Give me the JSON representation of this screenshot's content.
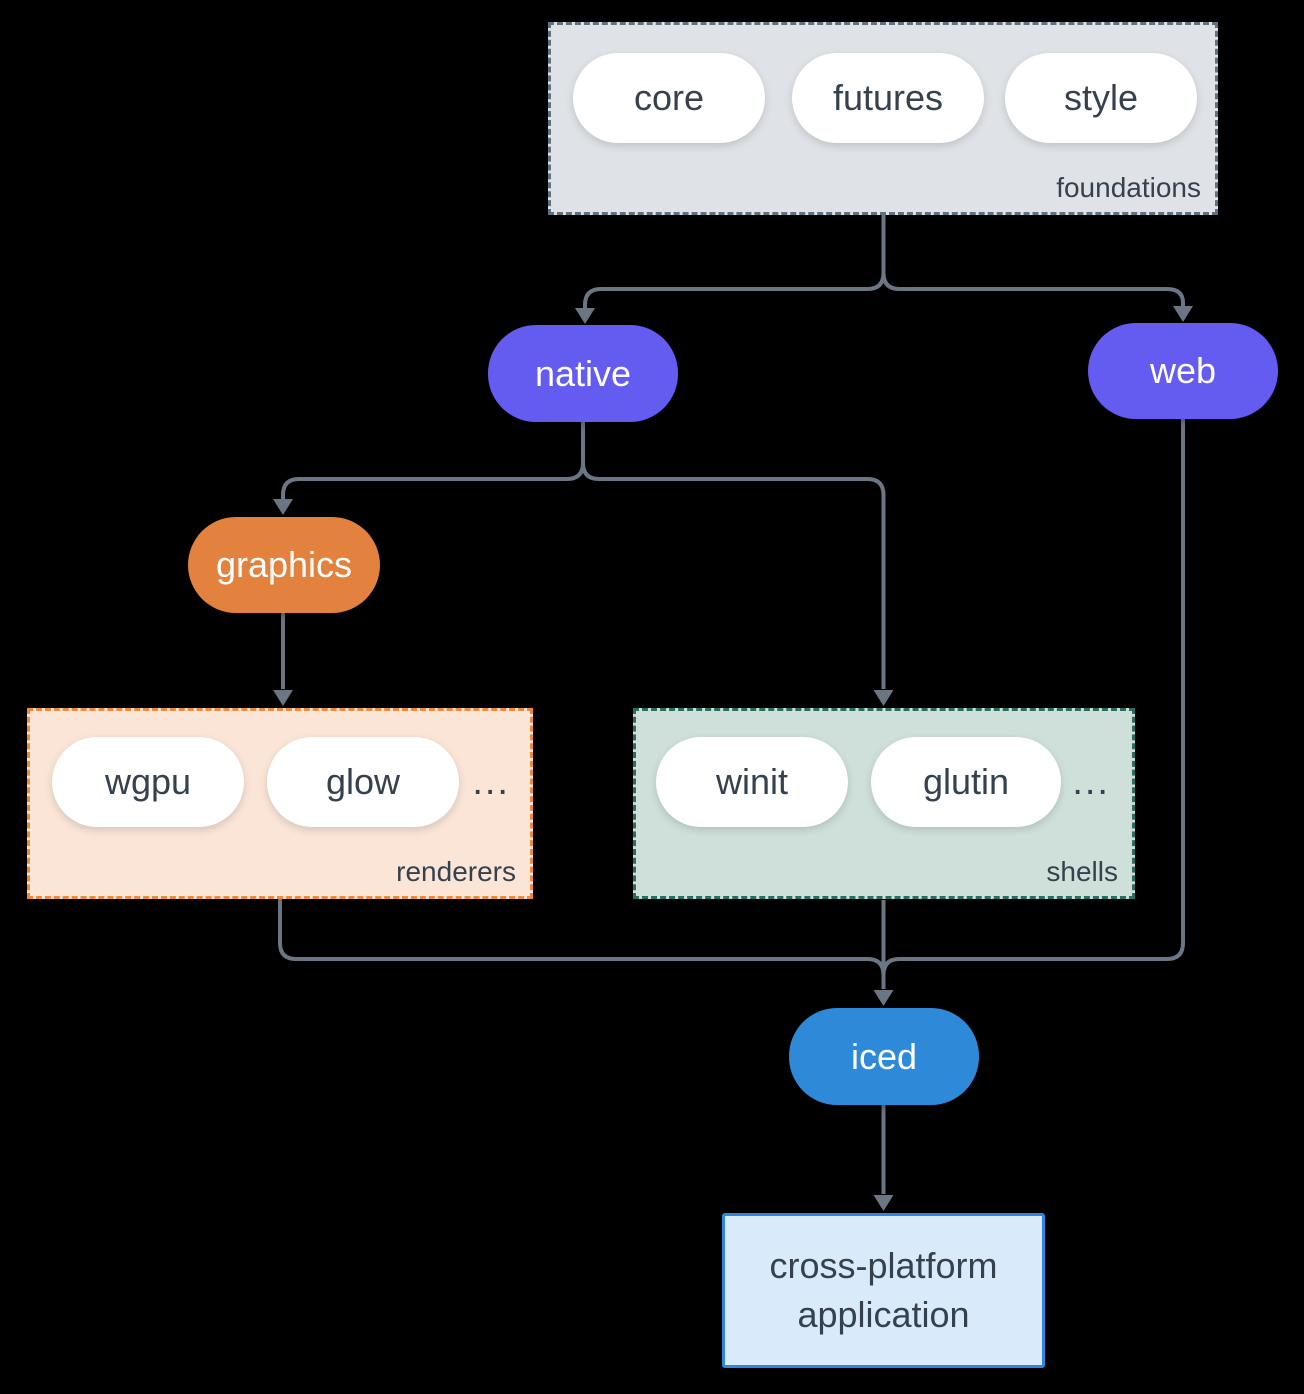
{
  "colors": {
    "background": "#000000",
    "line": "#6b7685",
    "text_dark": "#35424e",
    "node_purple": "#645bf0",
    "node_orange": "#e2823e",
    "node_blue": "#2e8ad9",
    "pill_fill": "#ffffff",
    "foundations_fill": "#dfe3e7",
    "foundations_border": "#5f7282",
    "renderers_fill": "#fbe5d6",
    "renderers_border": "#ed8a3c",
    "shells_fill": "#cfe0da",
    "shells_border": "#2a6e62",
    "application_fill": "#d9eafa",
    "application_border": "#2e86de"
  },
  "foundations": {
    "label": "foundations",
    "pills": [
      "core",
      "futures",
      "style"
    ]
  },
  "nodes": {
    "native": "native",
    "web": "web",
    "graphics": "graphics",
    "iced": "iced"
  },
  "renderers": {
    "label": "renderers",
    "pills": [
      "wgpu",
      "glow"
    ],
    "ellipsis": "..."
  },
  "shells": {
    "label": "shells",
    "pills": [
      "winit",
      "glutin"
    ],
    "ellipsis": "..."
  },
  "application": {
    "label": "cross-platform application"
  }
}
